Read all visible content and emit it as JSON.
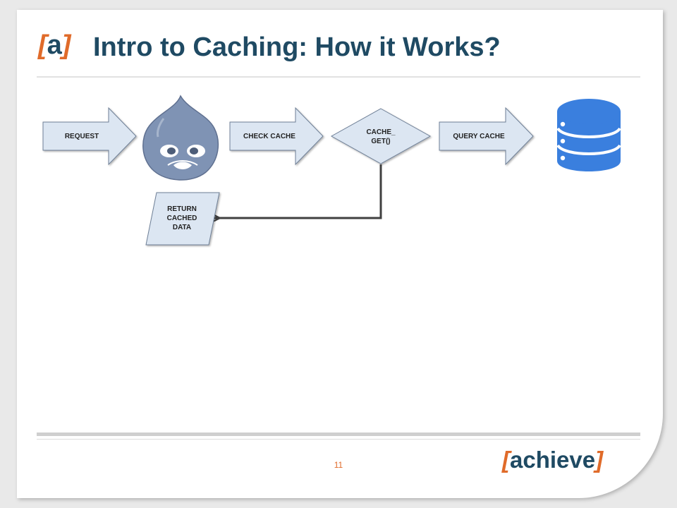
{
  "header": {
    "logo_open": "[",
    "logo_letter": "a",
    "logo_close": "]",
    "title": "Intro to Caching: How it Works?"
  },
  "diagram": {
    "nodes": [
      {
        "id": "request",
        "shape": "arrow",
        "lines": [
          "REQUEST"
        ]
      },
      {
        "id": "drupal",
        "shape": "drupal-drop-icon",
        "lines": []
      },
      {
        "id": "check_cache",
        "shape": "arrow",
        "lines": [
          "CHECK CACHE"
        ]
      },
      {
        "id": "cache_get",
        "shape": "diamond",
        "lines": [
          "CACHE_",
          "GET()"
        ]
      },
      {
        "id": "query_cache",
        "shape": "arrow",
        "lines": [
          "QUERY CACHE"
        ]
      },
      {
        "id": "database",
        "shape": "database-icon",
        "lines": []
      },
      {
        "id": "return_cached",
        "shape": "parallelogram",
        "lines": [
          "RETURN",
          "CACHED",
          "DATA"
        ]
      }
    ],
    "edges": [
      {
        "from": "cache_get",
        "to": "return_cached"
      }
    ],
    "colors": {
      "node_fill": "#dce6f2",
      "node_stroke": "#6e7f96",
      "connector": "#404040",
      "database": "#3a7fde",
      "drupal_drop": "#7f93b4"
    }
  },
  "footer": {
    "page_number": "11",
    "brand_open": "[",
    "brand_word": "achieve",
    "brand_close": "]"
  }
}
